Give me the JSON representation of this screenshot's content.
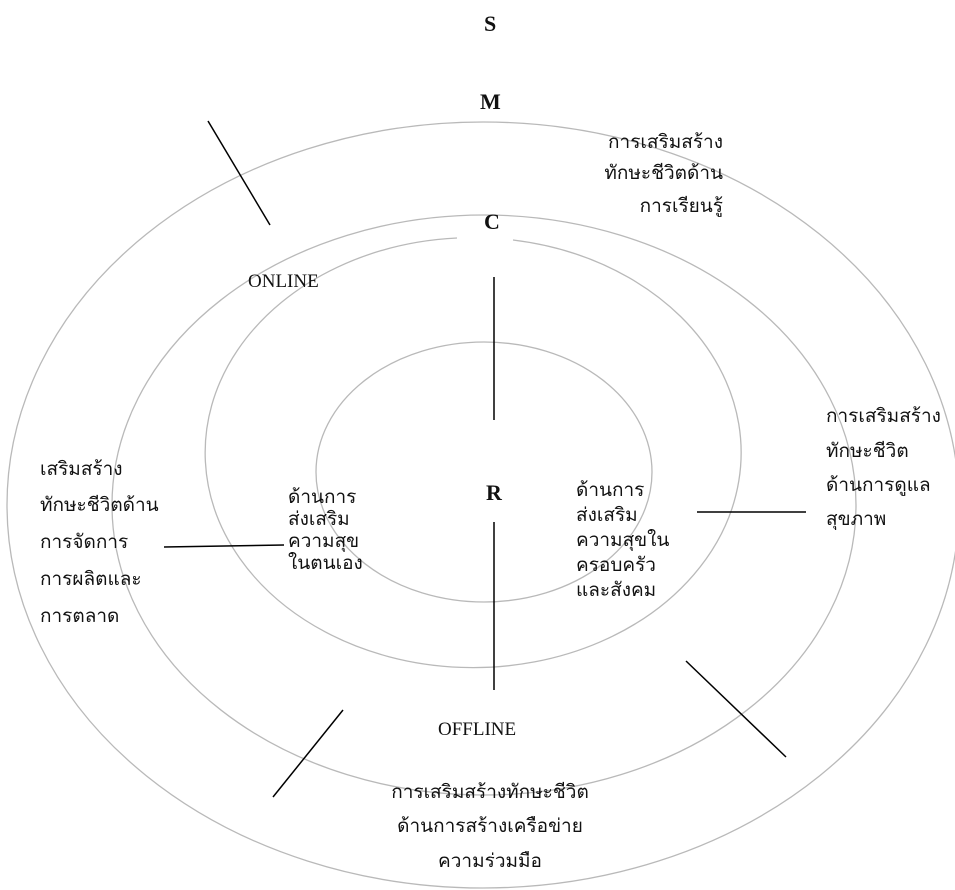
{
  "levels": {
    "s": "S",
    "m": "M",
    "c": "C",
    "r": "R"
  },
  "modes": {
    "online": "ONLINE",
    "offline": "OFFLINE"
  },
  "domains": {
    "learning": [
      "การเสริมสร้าง",
      "ทักษะชีวิตด้าน",
      "การเรียนรู้"
    ],
    "health": [
      "การเสริมสร้าง",
      "ทักษะชีวิต",
      "ด้านการดูแล",
      "สุขภาพ"
    ],
    "management": [
      "เสริมสร้าง",
      "ทักษะชีวิตด้าน",
      "การจัดการ",
      "การผลิตและ",
      "การตลาด"
    ],
    "network": [
      "การเสริมสร้างทักษะชีวิต",
      "ด้านการสร้างเครือข่าย",
      "ความร่วมมือ"
    ],
    "self_happiness": [
      "ด้านการ",
      "ส่งเสริม",
      "ความสุข",
      "ในตนเอง"
    ],
    "family_happiness": [
      "ด้านการ",
      "ส่งเสริม",
      "ความสุขใน",
      "ครอบครัว",
      "และสังคม"
    ]
  },
  "colors": {
    "ring": "#b9b9b9",
    "line": "#000000",
    "text": "#111111"
  }
}
